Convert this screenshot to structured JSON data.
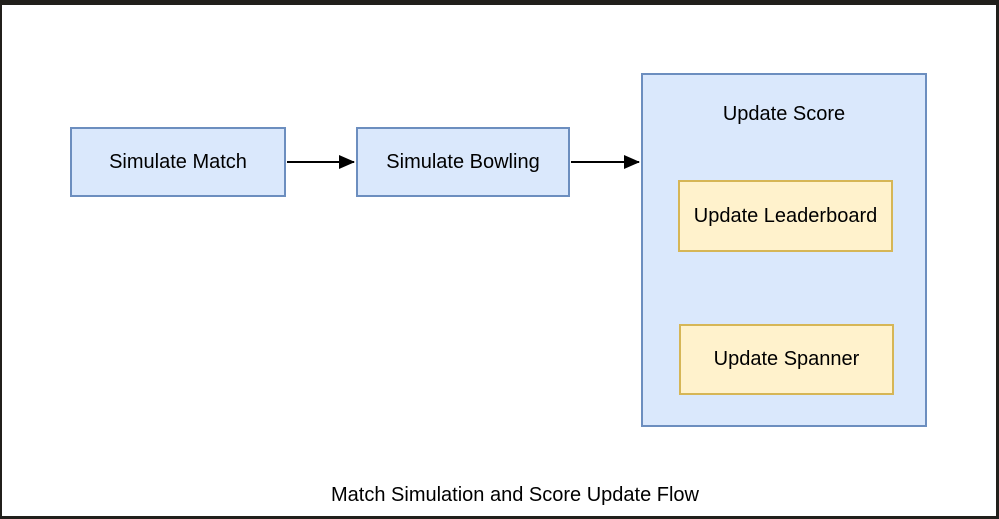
{
  "diagram": {
    "caption": "Match Simulation and Score Update Flow",
    "nodes": {
      "simulate_match": "Simulate Match",
      "simulate_bowling": "Simulate Bowling",
      "update_score": "Update Score",
      "update_leaderboard": "Update Leaderboard",
      "update_spanner": "Update Spanner"
    },
    "edges": [
      {
        "from": "Simulate Match",
        "to": "Simulate Bowling"
      },
      {
        "from": "Simulate Bowling",
        "to": "Update Score"
      },
      {
        "from": "Update Leaderboard",
        "to": "Update Spanner"
      }
    ],
    "colors": {
      "process_fill": "#dae8fc",
      "process_border": "#6c8ebf",
      "subprocess_fill": "#fff2cc",
      "subprocess_border": "#d6b656",
      "arrow": "#000000",
      "frame_border": "#211f1b",
      "background": "#ffffff",
      "text": "#000000"
    }
  }
}
